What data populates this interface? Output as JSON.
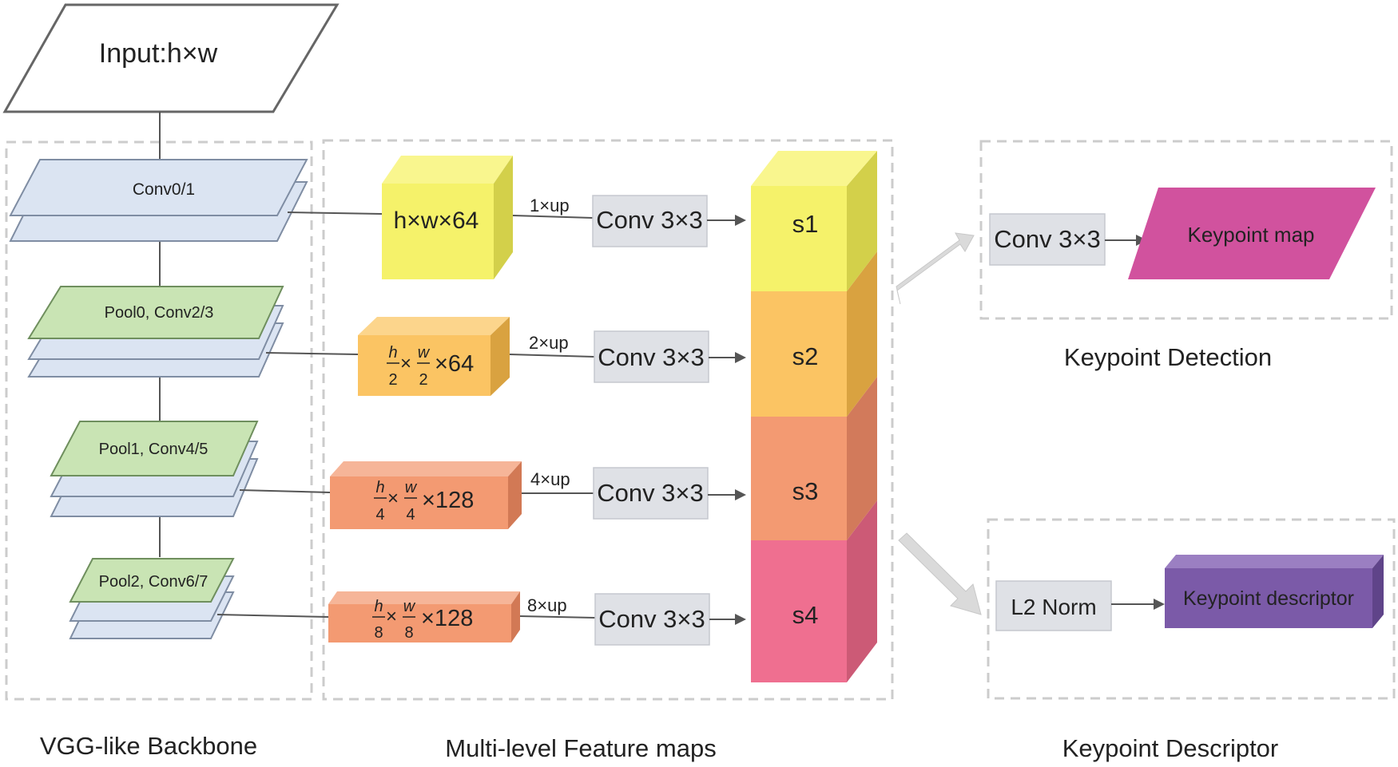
{
  "input": {
    "label": "Input:h×w"
  },
  "backbone": {
    "caption": "VGG-like Backbone",
    "layers": [
      {
        "label": "Conv0/1"
      },
      {
        "label": "Pool0, Conv2/3"
      },
      {
        "label": "Pool1, Conv4/5"
      },
      {
        "label": "Pool2, Conv6/7"
      }
    ]
  },
  "features": {
    "caption": "Multi-level Feature maps",
    "rows": [
      {
        "size": "h×w×64",
        "frac": false,
        "h_num": "",
        "h_den": "",
        "w_num": "",
        "w_den": "",
        "ch": "",
        "up": "1×up",
        "conv": "Conv 3×3",
        "scale": "s1"
      },
      {
        "size": "",
        "frac": true,
        "h_num": "h",
        "h_den": "2",
        "w_num": "w",
        "w_den": "2",
        "ch": "×64",
        "up": "2×up",
        "conv": "Conv 3×3",
        "scale": "s2"
      },
      {
        "size": "",
        "frac": true,
        "h_num": "h",
        "h_den": "4",
        "w_num": "w",
        "w_den": "4",
        "ch": "×128",
        "up": "4×up",
        "conv": "Conv 3×3",
        "scale": "s3"
      },
      {
        "size": "",
        "frac": true,
        "h_num": "h",
        "h_den": "8",
        "w_num": "w",
        "w_den": "8",
        "ch": "×128",
        "up": "8×up",
        "conv": "Conv 3×3",
        "scale": "s4"
      }
    ]
  },
  "detection": {
    "caption": "Keypoint Detection",
    "conv": "Conv 3×3",
    "output": "Keypoint map"
  },
  "descriptor": {
    "caption": "Keypoint Descriptor",
    "norm": "L2 Norm",
    "output": "Keypoint descriptor"
  },
  "colors": {
    "blue_layer": "#dbe4f2",
    "green_layer": "#c9e4b4",
    "yellow": "#f5f26a",
    "orange": "#fbc463",
    "salmon": "#f39a72",
    "pink": "#ef6f90",
    "conv_box": "#dfe1e6",
    "keypoint_map": "#d1529e",
    "descriptor": "#7b5aa8"
  }
}
